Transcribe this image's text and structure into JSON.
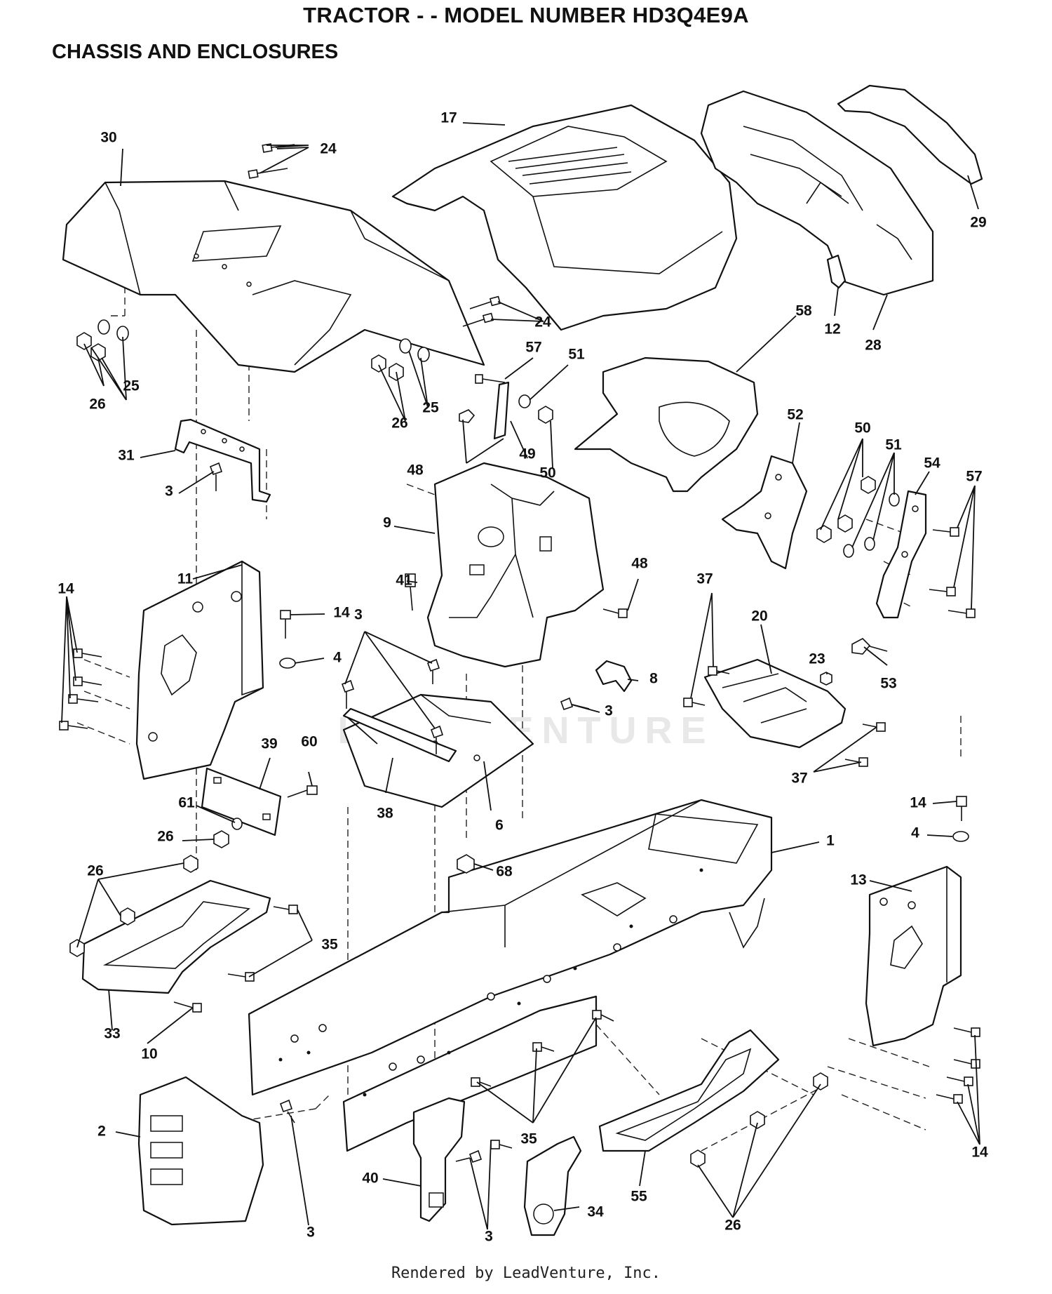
{
  "title": "TRACTOR - - MODEL NUMBER HD3Q4E9A",
  "subtitle": "CHASSIS AND ENCLOSURES",
  "watermark": "LEADVENTURE",
  "footer": "Rendered by LeadVenture, Inc.",
  "callouts": [
    "1",
    "2",
    "3",
    "4",
    "6",
    "8",
    "9",
    "10",
    "11",
    "12",
    "13",
    "14",
    "17",
    "20",
    "23",
    "24",
    "25",
    "26",
    "28",
    "29",
    "30",
    "31",
    "33",
    "34",
    "35",
    "37",
    "38",
    "39",
    "40",
    "41",
    "48",
    "49",
    "50",
    "51",
    "52",
    "53",
    "54",
    "55",
    "57",
    "58",
    "60",
    "61",
    "68"
  ]
}
